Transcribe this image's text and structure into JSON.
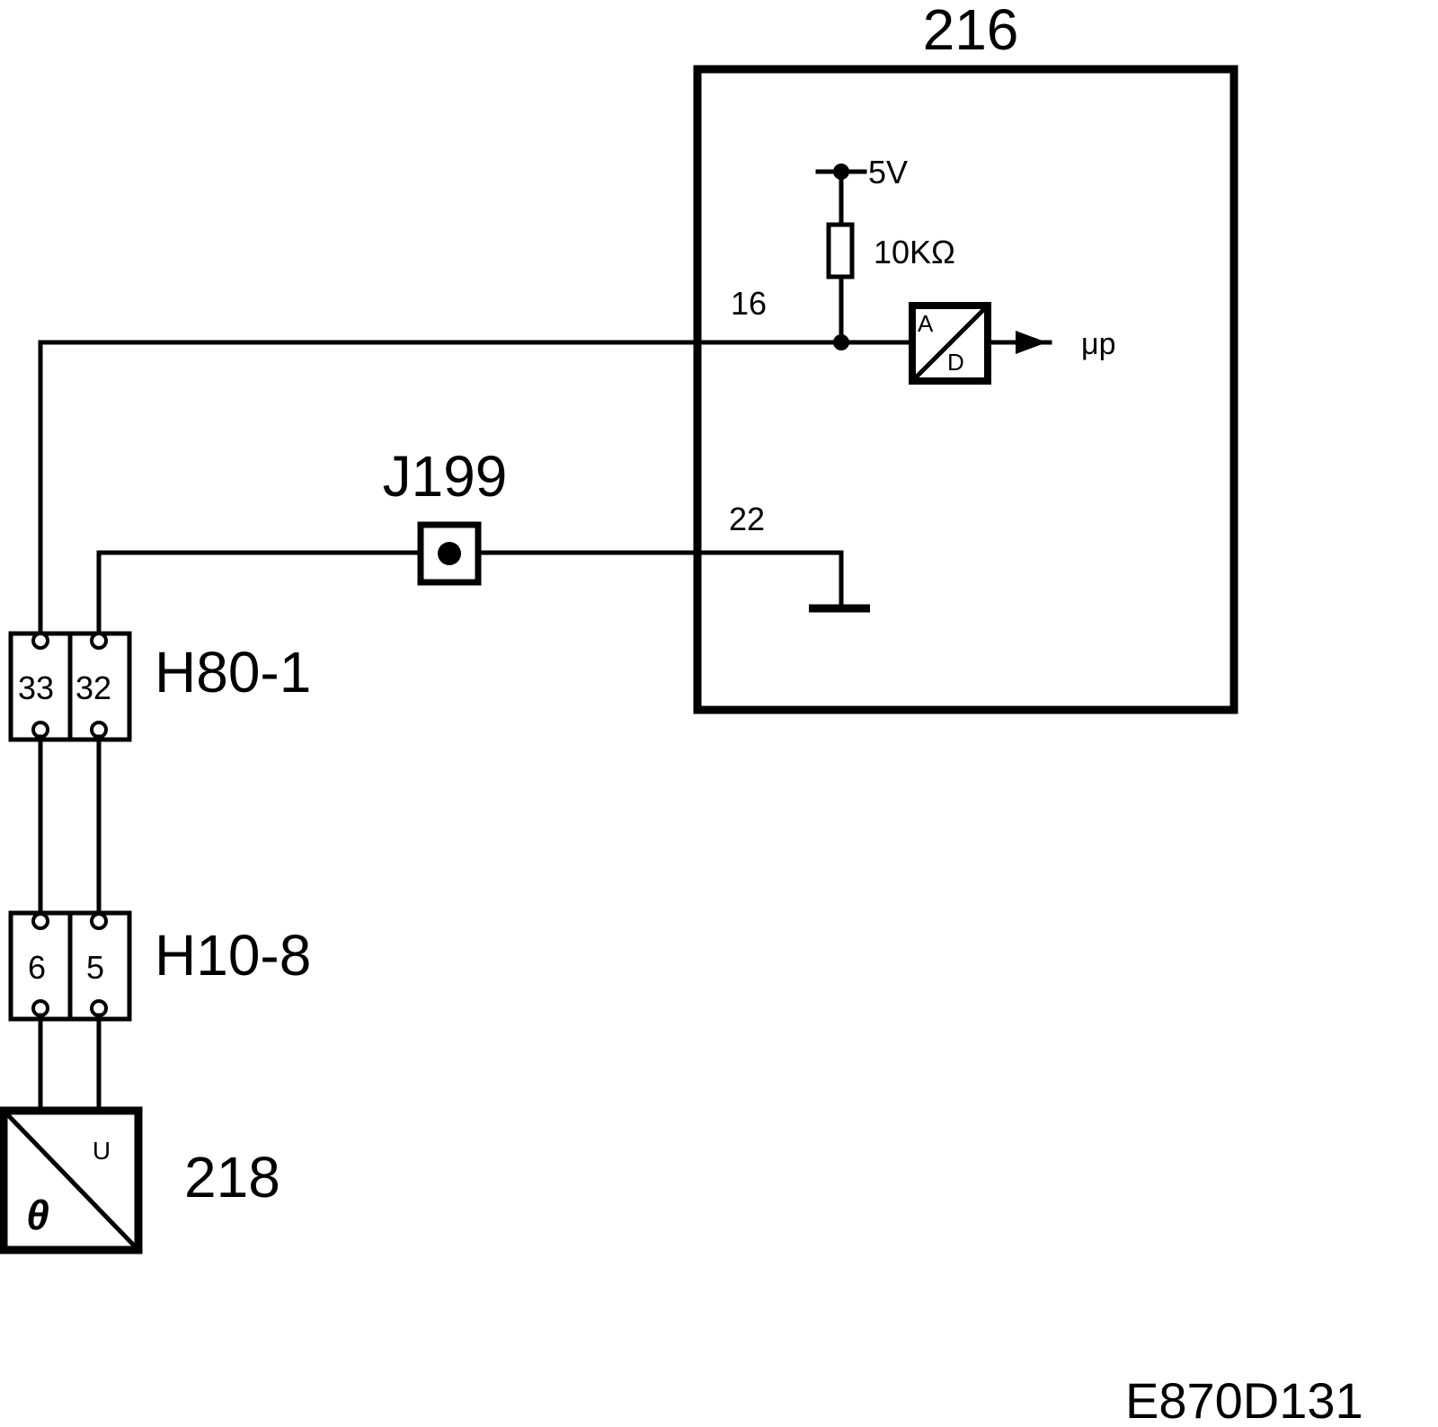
{
  "diagram": {
    "drawing_code": "E870D131",
    "module": {
      "label": "216",
      "pin_signal": "16",
      "pin_ground": "22",
      "supply_label": "5V",
      "resistor_label": "10KΩ",
      "adc_a_label": "A",
      "adc_d_label": "D",
      "output_label": "μp"
    },
    "junction": {
      "label": "J199"
    },
    "connectors": [
      {
        "label": "H80-1",
        "pins": [
          "33",
          "32"
        ]
      },
      {
        "label": "H10-8",
        "pins": [
          "6",
          "5"
        ]
      }
    ],
    "sensor": {
      "label": "218",
      "input_symbol": "θ",
      "output_symbol": "U"
    }
  }
}
